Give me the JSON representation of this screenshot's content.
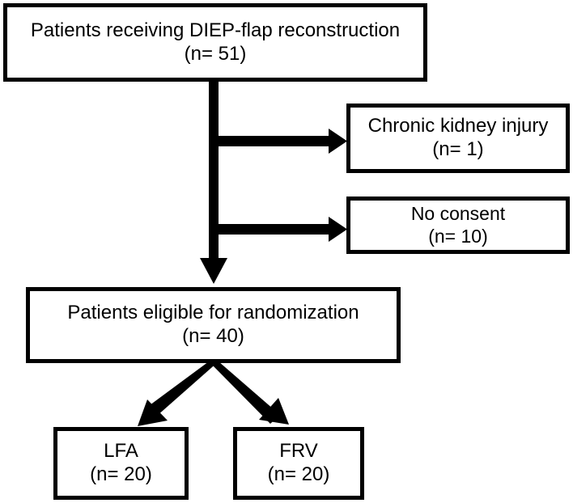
{
  "diagram": {
    "type": "flowchart",
    "title": "Patient enrollment flow for DIEP-flap reconstruction study",
    "stroke_color": "#000000",
    "background_color": "#ffffff",
    "nodes": {
      "source": {
        "label": "Patients receiving DIEP-flap reconstruction\n(n= 51)",
        "line1": "Patients receiving DIEP-flap reconstruction",
        "count_text": "(n= 51)",
        "count": 51
      },
      "exclusion_1": {
        "label": "Chronic kidney injury\n(n= 1)",
        "line1": "Chronic kidney injury",
        "count_text": "(n= 1)",
        "count": 1
      },
      "exclusion_2": {
        "label": "No consent\n(n= 10)",
        "line1": "No consent",
        "count_text": "(n= 10)",
        "count": 10
      },
      "eligible": {
        "label": "Patients eligible for randomization\n(n= 40)",
        "line1": "Patients eligible for randomization",
        "count_text": "(n= 40)",
        "count": 40
      },
      "arm_lfa": {
        "label": "LFA\n(n= 20)",
        "line1": "LFA",
        "count_text": "(n= 20)",
        "count": 20
      },
      "arm_frv": {
        "label": "FRV\n(n= 20)",
        "line1": "FRV",
        "count_text": "(n= 20)",
        "count": 20
      }
    },
    "edges": [
      {
        "from": "source",
        "to": "exclusion_1",
        "style": "elbow-right-arrow"
      },
      {
        "from": "source",
        "to": "exclusion_2",
        "style": "elbow-right-arrow"
      },
      {
        "from": "source",
        "to": "eligible",
        "style": "straight-down-arrow"
      },
      {
        "from": "eligible",
        "to": "arm_lfa",
        "style": "diagonal-down-left-arrow"
      },
      {
        "from": "eligible",
        "to": "arm_frv",
        "style": "diagonal-down-right-arrow"
      }
    ]
  }
}
